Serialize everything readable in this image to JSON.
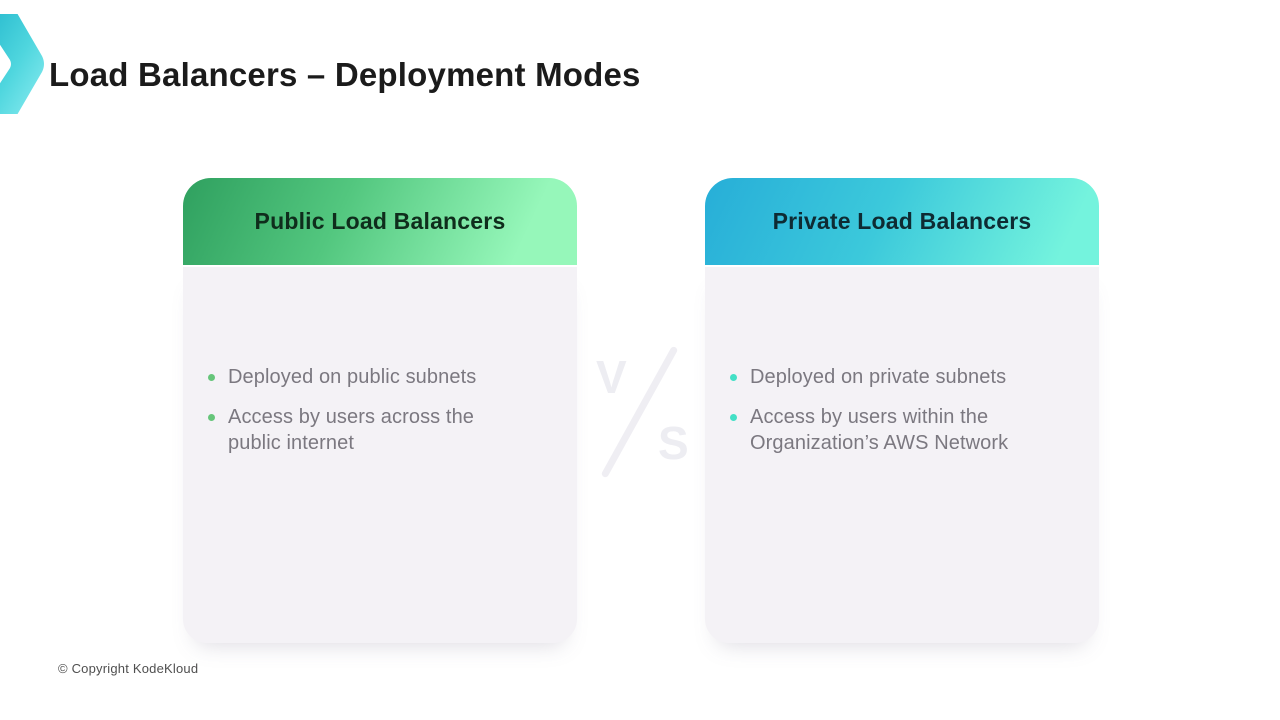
{
  "slide": {
    "title": "Load Balancers – Deployment Modes",
    "copyright": "© Copyright KodeKloud",
    "watermark": {
      "left_letter": "V",
      "right_letter": "S"
    },
    "colors": {
      "public_header_gradient": [
        "#2fa05f",
        "#96f7ba"
      ],
      "private_header_gradient": [
        "#27aed8",
        "#74f3dd"
      ],
      "public_bullet_dot": "#66c57a",
      "private_bullet_dot": "#43e0c6",
      "card_body_background": "#f4f2f6",
      "logo_gradient": [
        "#1fb4cb",
        "#90eef2"
      ],
      "bullet_text": "#7b7880",
      "title_text": "#1b1b1b"
    }
  },
  "cards": [
    {
      "id": "public",
      "title": "Public Load Balancers",
      "bullets": [
        "Deployed on public subnets",
        "Access by users across the public internet"
      ]
    },
    {
      "id": "private",
      "title": "Private Load Balancers",
      "bullets": [
        "Deployed on private subnets",
        "Access by users within the Organization’s AWS Network"
      ]
    }
  ]
}
